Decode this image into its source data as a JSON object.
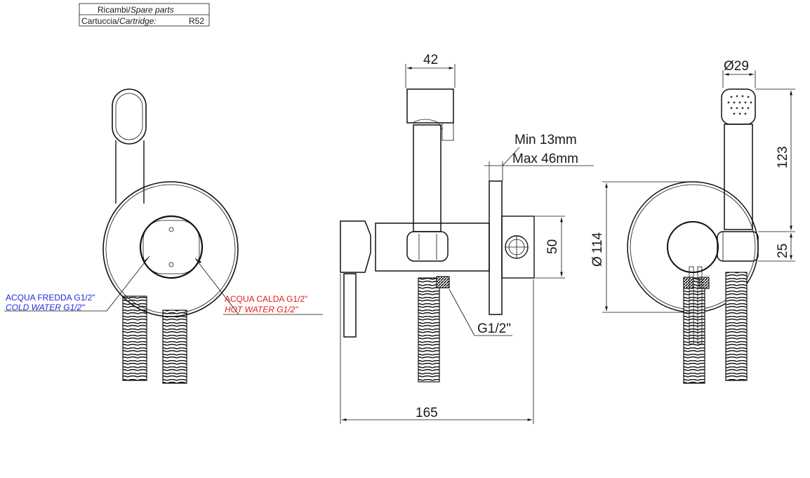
{
  "title_block": {
    "spare_parts_it": "Ricambi/",
    "spare_parts_en": "Spare parts",
    "cartridge_it": "Cartuccia/",
    "cartridge_en": "Cartridge:",
    "cartridge_code": "R52"
  },
  "front_view": {
    "cold_label_it": "ACQUA FREDDA G1/2\"",
    "cold_label_en": "COLD WATER G1/2\"",
    "hot_label_it": "ACQUA CALDA G1/2\"",
    "hot_label_en": "HOT WATER G1/2\"",
    "cold_color": "#1f2bd6",
    "hot_color": "#e01b1b"
  },
  "side_view": {
    "width_top": "42",
    "wall_min": "Min 13mm",
    "wall_max": "Max 46mm",
    "height_outlet": "50",
    "thread": "G1/2\"",
    "total_depth": "165"
  },
  "rear_view": {
    "diameter_head": "29",
    "head_height": "123",
    "plate_diameter": "114",
    "holder_height": "25",
    "diameter_symbol": "Ø"
  }
}
